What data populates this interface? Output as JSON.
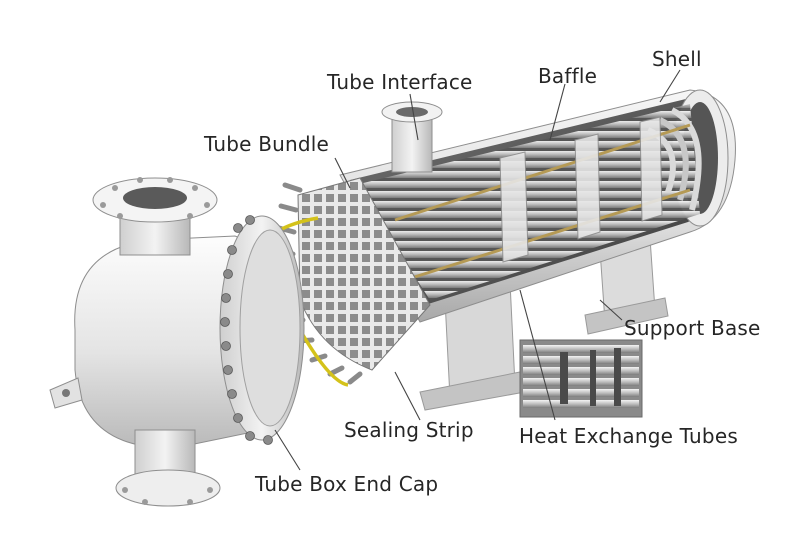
{
  "labels": {
    "tube_interface": "Tube Interface",
    "baffle": "Baffle",
    "shell": "Shell",
    "tube_bundle": "Tube Bundle",
    "support_base": "Support Base",
    "sealing_strip": "Sealing Strip",
    "heat_exchange_tubes": "Heat Exchange Tubes",
    "tube_box_end_cap": "Tube Box End Cap"
  },
  "colors": {
    "label_text": "#262626",
    "leader_line": "#444444",
    "metal_light": "#f2f2f2",
    "metal_mid": "#c9c9c9",
    "metal_dark": "#8a8a8a",
    "tube_rod": "#b59a55",
    "seal_wire": "#d4c21a"
  },
  "icons": {
    "equipment": "shell-and-tube-heat-exchanger-illustration",
    "inset": "heat-exchange-tubes-closeup"
  }
}
